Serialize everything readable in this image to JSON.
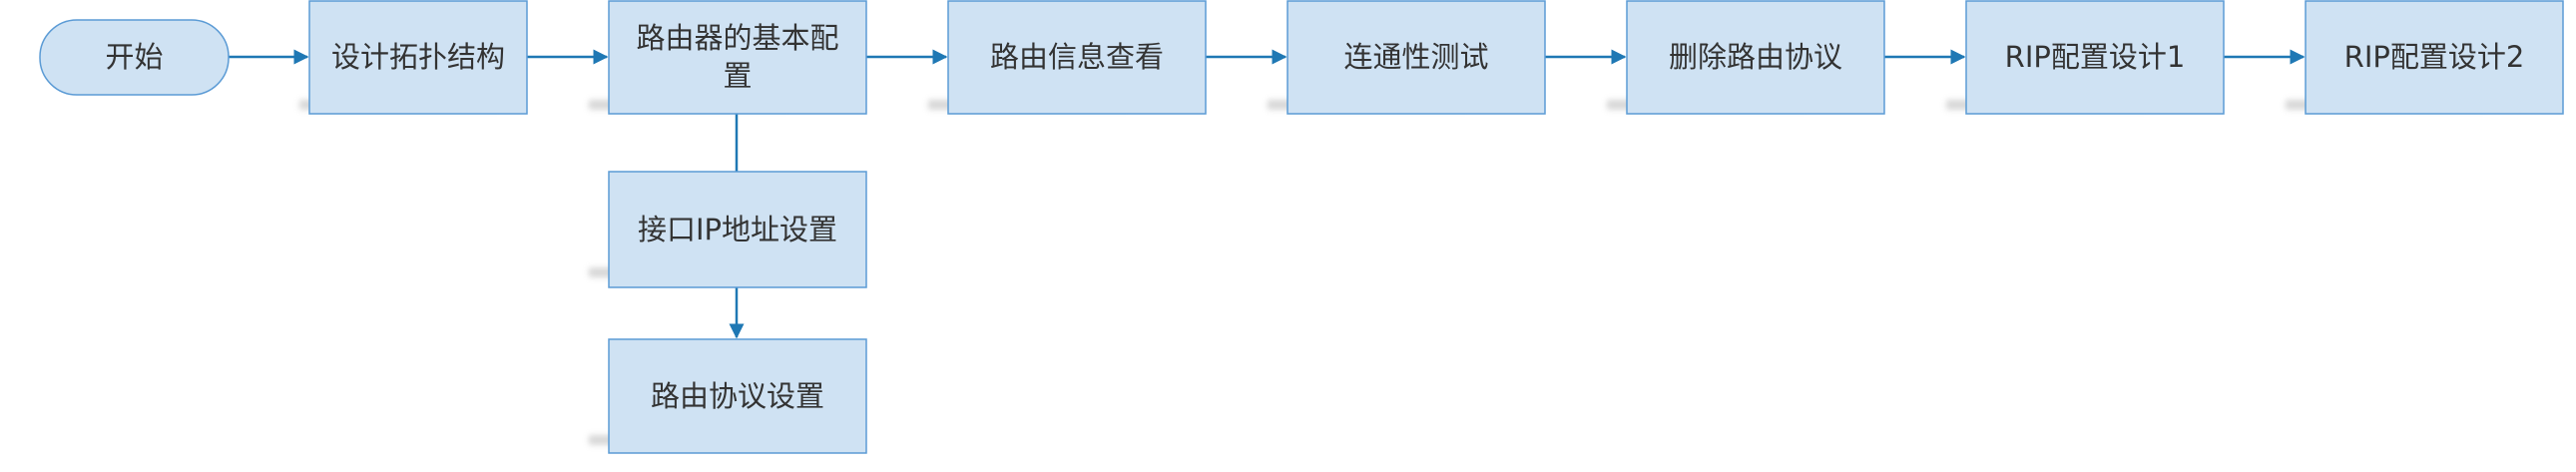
{
  "flowchart": {
    "colors": {
      "node_fill": "#cfe2f3",
      "node_stroke": "#5b9bd5",
      "edge": "#1f78b4",
      "text": "#333333",
      "shadow": "#c8c8c8"
    },
    "nodes": {
      "start": {
        "label": "开始",
        "shape": "terminator"
      },
      "design_topology": {
        "label": "设计拓扑结构",
        "shape": "process"
      },
      "router_basic_config": {
        "label_line1": "路由器的基本配",
        "label_line2": "置",
        "shape": "process"
      },
      "interface_ip_config": {
        "label": "接口IP地址设置",
        "shape": "process"
      },
      "routing_protocol_config": {
        "label": "路由协议设置",
        "shape": "process"
      },
      "route_info_view": {
        "label": "路由信息查看",
        "shape": "process"
      },
      "connectivity_test": {
        "label": "连通性测试",
        "shape": "process"
      },
      "delete_routing_protocol": {
        "label": "删除路由协议",
        "shape": "process"
      },
      "rip_config_design_1": {
        "label": "RIP配置设计1",
        "shape": "process"
      },
      "rip_config_design_2": {
        "label": "RIP配置设计2",
        "shape": "process"
      }
    },
    "edges": [
      {
        "from": "开始",
        "to": "设计拓扑结构"
      },
      {
        "from": "设计拓扑结构",
        "to": "路由器的基本配置"
      },
      {
        "from": "路由器的基本配置",
        "to": "接口IP地址设置"
      },
      {
        "from": "接口IP地址设置",
        "to": "路由协议设置"
      },
      {
        "from": "路由器的基本配置",
        "to": "路由信息查看"
      },
      {
        "from": "路由信息查看",
        "to": "连通性测试"
      },
      {
        "from": "连通性测试",
        "to": "删除路由协议"
      },
      {
        "from": "删除路由协议",
        "to": "RIP配置设计1"
      },
      {
        "from": "RIP配置设计1",
        "to": "RIP配置设计2"
      }
    ]
  }
}
